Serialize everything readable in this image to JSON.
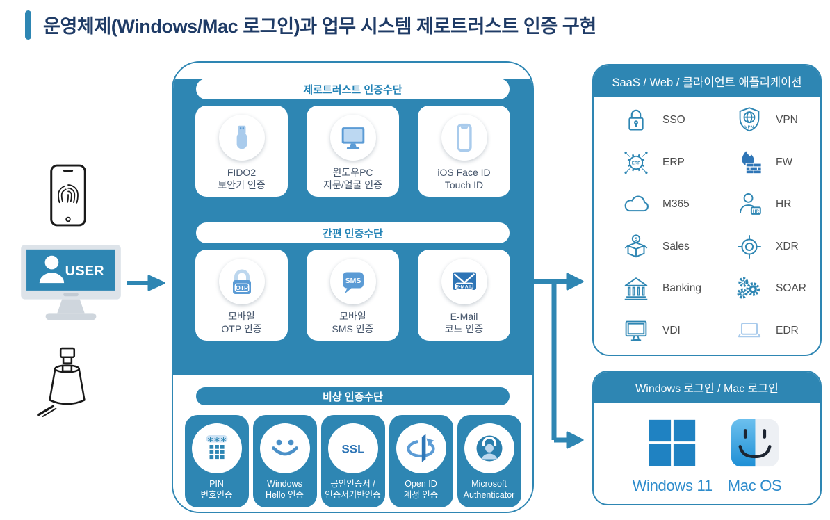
{
  "title": {
    "text": "운영체제(Windows/Mac 로그인)과 업무 시스템 제로트러스트 인증 구현"
  },
  "colors": {
    "primary": "#2e86b3",
    "title_navy": "#1f3b66",
    "mid_blue": "#5b9bd5",
    "deep_blue": "#2e75b6",
    "light_blue": "#a9cbec",
    "pale_blue": "#bdd7ee",
    "label_gray": "#4d4d4d",
    "card_text": "#44546a",
    "windows_blue": "#1f82c2",
    "os_label_blue": "#2e8ccc"
  },
  "user_side": {
    "monitor_label": "USER",
    "devices": [
      {
        "icon": "fp-phone"
      },
      {
        "icon": "user-monitor"
      },
      {
        "icon": "usb-dock"
      }
    ]
  },
  "auth_panel": {
    "sections": [
      {
        "header": "제로트러스트 인증수단",
        "style": "light",
        "cards": [
          {
            "icon": "usb-key",
            "label": "FIDO2\n보안키 인증"
          },
          {
            "icon": "win-pc",
            "label": "윈도우PC\n지문/얼굴 인증"
          },
          {
            "icon": "ios-phone",
            "label": "iOS Face ID\nTouch ID"
          }
        ]
      },
      {
        "header": "간편 인증수단",
        "style": "light",
        "cards": [
          {
            "icon": "otp-lock",
            "label": "모바일\nOTP 인증",
            "badge": "OTP"
          },
          {
            "icon": "sms-bubble",
            "label": "모바일\nSMS 인증",
            "badge": "SMS"
          },
          {
            "icon": "email",
            "label": "E-Mail\n코드 인증",
            "badge": "E-MAIL"
          }
        ]
      },
      {
        "header": "비상 인증수단",
        "style": "emergency",
        "cards": [
          {
            "icon": "pin-pad",
            "label": "PIN\n번호인증",
            "badge": "＊＊＊"
          },
          {
            "icon": "smiley",
            "label": "Windows\nHello 인증"
          },
          {
            "icon": "ssl",
            "label": "공인인증서 /\n인증서기반인증",
            "badge": "SSL"
          },
          {
            "icon": "openid",
            "label": "Open ID\n계정 인증"
          },
          {
            "icon": "ms-auth",
            "label": "Microsoft\nAuthenticator"
          }
        ]
      }
    ]
  },
  "apps_panel": {
    "header": "SaaS / Web / 클라이언트 애플리케이션",
    "items": [
      {
        "icon": "sso",
        "label": "SSO"
      },
      {
        "icon": "vpn",
        "label": "VPN",
        "badge": "VPN"
      },
      {
        "icon": "erp",
        "label": "ERP",
        "badge": "ERP"
      },
      {
        "icon": "fw",
        "label": "FW"
      },
      {
        "icon": "cloud",
        "label": "M365"
      },
      {
        "icon": "hr",
        "label": "HR",
        "badge": "HR"
      },
      {
        "icon": "sales",
        "label": "Sales",
        "badge": "S"
      },
      {
        "icon": "xdr",
        "label": "XDR"
      },
      {
        "icon": "bank",
        "label": "Banking"
      },
      {
        "icon": "soar",
        "label": "SOAR"
      },
      {
        "icon": "vdi",
        "label": "VDI"
      },
      {
        "icon": "edr",
        "label": "EDR"
      }
    ]
  },
  "os_panel": {
    "header": "Windows 로그인 / Mac 로그인",
    "items": [
      {
        "icon": "windows",
        "label": "Windows 11"
      },
      {
        "icon": "mac",
        "label": "Mac OS"
      }
    ]
  }
}
